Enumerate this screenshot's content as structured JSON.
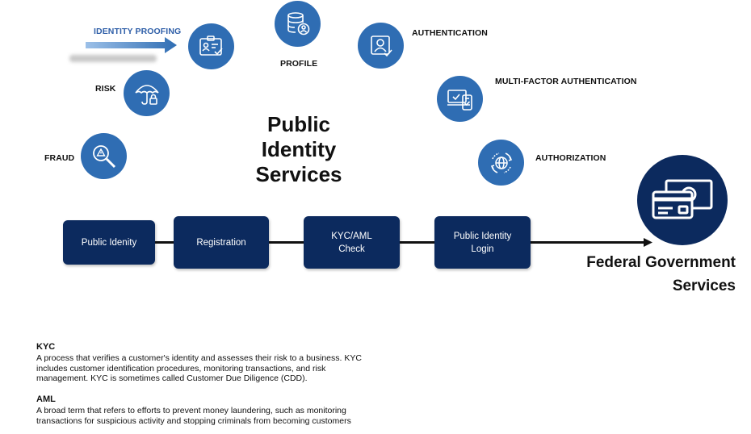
{
  "title": "Public Identity Services",
  "title_lines": [
    "Public",
    "Identity",
    "Services"
  ],
  "categories": {
    "identity_proofing": "IDENTITY PROOFING",
    "risk": "RISK",
    "fraud": "FRAUD",
    "profile": "PROFILE",
    "authentication": "AUTHENTICATION",
    "mfa": "MULTI-FACTOR AUTHENTICATION",
    "authorization": "AUTHORIZATION"
  },
  "icons": {
    "identity_proofing": "id-card-check-icon",
    "risk": "umbrella-lock-icon",
    "fraud": "magnifier-warning-icon",
    "profile": "database-user-icon",
    "authentication": "user-check-icon",
    "mfa": "devices-check-icon",
    "authorization": "globe-arrows-icon",
    "federal": "money-card-icon"
  },
  "steps": [
    {
      "label_lines": [
        "Public Idenity"
      ]
    },
    {
      "label_lines": [
        "Registration"
      ]
    },
    {
      "label_lines": [
        "KYC/AML",
        "Check"
      ]
    },
    {
      "label_lines": [
        "Public Identity",
        "Login"
      ]
    }
  ],
  "federal_lines": [
    "Federal Government",
    "Services"
  ],
  "definitions": {
    "kyc_term": "KYC",
    "kyc_lines": [
      "A process that verifies a customer's identity and assesses their risk to a business. KYC",
      "includes customer identification procedures, monitoring transactions, and risk",
      "management. KYC is sometimes called Customer Due Diligence (CDD)."
    ],
    "aml_term": "AML",
    "aml_lines": [
      "A broad term that refers to efforts to prevent money laundering, such as monitoring",
      "transactions for suspicious activity and stopping criminals from becoming customers"
    ]
  },
  "colors": {
    "circle": "#2f6db3",
    "step_box": "#0c2a5e",
    "federal_circle": "#0c2a5e",
    "arrow": "#3a76c4"
  }
}
